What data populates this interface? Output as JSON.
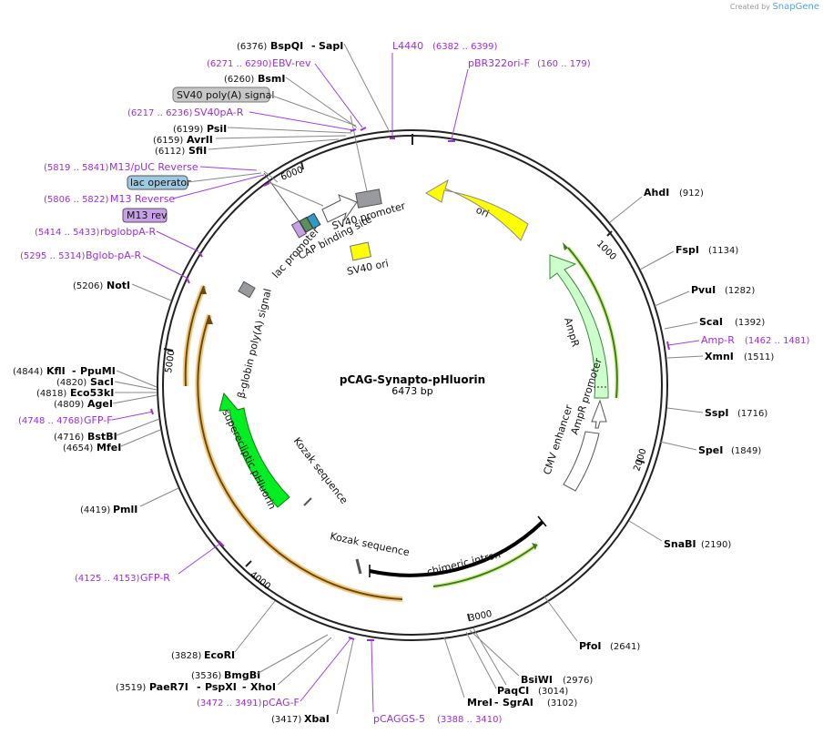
{
  "credit": {
    "prefix": "Created by",
    "brand": "SnapGene"
  },
  "plasmid": {
    "name": "pCAG-Synapto-pHluorin",
    "size": "6473 bp"
  },
  "ticks": [
    "1000",
    "2000",
    "3000",
    "4000",
    "5000",
    "6000"
  ],
  "features": {
    "ori": "ori",
    "ampr": "AmpR",
    "ampr_promoter": "AmpR promoter",
    "cmv_enhancer": "CMV enhancer",
    "chimeric_intron": "chimeric intron",
    "kozak1": "Kozak sequence",
    "kozak2": "Kozak sequence",
    "superecliptic": "superecliptic pHluorin",
    "bglobin": "β-globin poly(A) signal",
    "lac_promoter": "lac promoter",
    "cap_site": "CAP binding site",
    "sv40_promoter": "SV40 promoter",
    "sv40_ori": "SV40 ori",
    "sv40_polya": "SV40 poly(A) signal",
    "lac_operator": "lac operator",
    "m13rev": "M13 rev"
  },
  "enzymes": {
    "bspqi": {
      "pos": "(6376)",
      "name": "BspQI"
    },
    "sapi": {
      "name": "SapI"
    },
    "bsmi": {
      "pos": "(6260)",
      "name": "BsmI"
    },
    "psii": {
      "pos": "(6199)",
      "name": "PsiI"
    },
    "avrii": {
      "pos": "(6159)",
      "name": "AvrII"
    },
    "sfii": {
      "pos": "(6112)",
      "name": "SfiI"
    },
    "noti": {
      "pos": "(5206)",
      "name": "NotI"
    },
    "kfli": {
      "pos": "(4844)",
      "name": "KflI"
    },
    "ppumi": {
      "name": "PpuMI"
    },
    "saci": {
      "pos": "(4820)",
      "name": "SacI"
    },
    "eco53ki": {
      "pos": "(4818)",
      "name": "Eco53kI"
    },
    "agei": {
      "pos": "(4809)",
      "name": "AgeI"
    },
    "bstbi": {
      "pos": "(4716)",
      "name": "BstBI"
    },
    "mfei": {
      "pos": "(4654)",
      "name": "MfeI"
    },
    "pmli": {
      "pos": "(4419)",
      "name": "PmlI"
    },
    "ecori": {
      "pos": "(3828)",
      "name": "EcoRI"
    },
    "bmgbi": {
      "pos": "(3536)",
      "name": "BmgBI"
    },
    "paer7i": {
      "pos": "(3519)",
      "name": "PaeR7I"
    },
    "pspxi": {
      "name": "PspXI"
    },
    "xhoi": {
      "name": "XhoI"
    },
    "xbai": {
      "pos": "(3417)",
      "name": "XbaI"
    },
    "ahdi": {
      "name": "AhdI",
      "pos": "(912)"
    },
    "fspi": {
      "name": "FspI",
      "pos": "(1134)"
    },
    "pvui": {
      "name": "PvuI",
      "pos": "(1282)"
    },
    "scai": {
      "name": "ScaI",
      "pos": "(1392)"
    },
    "xmni": {
      "name": "XmnI",
      "pos": "(1511)"
    },
    "sspi": {
      "name": "SspI",
      "pos": "(1716)"
    },
    "spei": {
      "name": "SpeI",
      "pos": "(1849)"
    },
    "snabi": {
      "name": "SnaBI",
      "pos": "(2190)"
    },
    "pfoi": {
      "name": "PfoI",
      "pos": "(2641)"
    },
    "bsiwi": {
      "name": "BsiWI",
      "pos": "(2976)"
    },
    "paqci": {
      "name": "PaqCI",
      "pos": "(3014)"
    },
    "mrei": {
      "name": "MreI"
    },
    "sgrai": {
      "name": "SgrAI",
      "pos": "(3102)"
    }
  },
  "primers": {
    "l4440": {
      "name": "L4440",
      "pos": "(6382 .. 6399)"
    },
    "pbr322": {
      "name": "pBR322ori-F",
      "pos": "(160 .. 179)"
    },
    "ebv": {
      "name": "EBV-rev",
      "pos": "(6271 .. 6290)"
    },
    "sv40pa": {
      "name": "SV40pA-R",
      "pos": "(6217 .. 6236)"
    },
    "m13puc": {
      "name": "M13/pUC Reverse",
      "pos": "(5819 .. 5841)"
    },
    "m13r": {
      "name": "M13 Reverse",
      "pos": "(5806 .. 5822)"
    },
    "rbglob": {
      "name": "rbglobpA-R",
      "pos": "(5414 .. 5433)"
    },
    "bglob": {
      "name": "Bglob-pA-R",
      "pos": "(5295 .. 5314)"
    },
    "gfpf": {
      "name": "GFP-F",
      "pos": "(4748 .. 4768)"
    },
    "gfpr": {
      "name": "GFP-R",
      "pos": "(4125 .. 4153)"
    },
    "pcagf": {
      "name": "pCAG-F",
      "pos": "(3472 .. 3491)"
    },
    "pcaggs5": {
      "name": "pCAGGS-5",
      "pos": "(3388 .. 3410)"
    },
    "ampr": {
      "name": "Amp-R",
      "pos": "(1462 .. 1481)"
    }
  },
  "colors": {
    "ori": "#ffff00",
    "ampr": "#ccffcc",
    "pHluorin": "#00ee22",
    "primer": "#9b30d6",
    "gray": "#999aa0",
    "laco": "#9ecae1",
    "m13rev": "#c8a0e8"
  }
}
